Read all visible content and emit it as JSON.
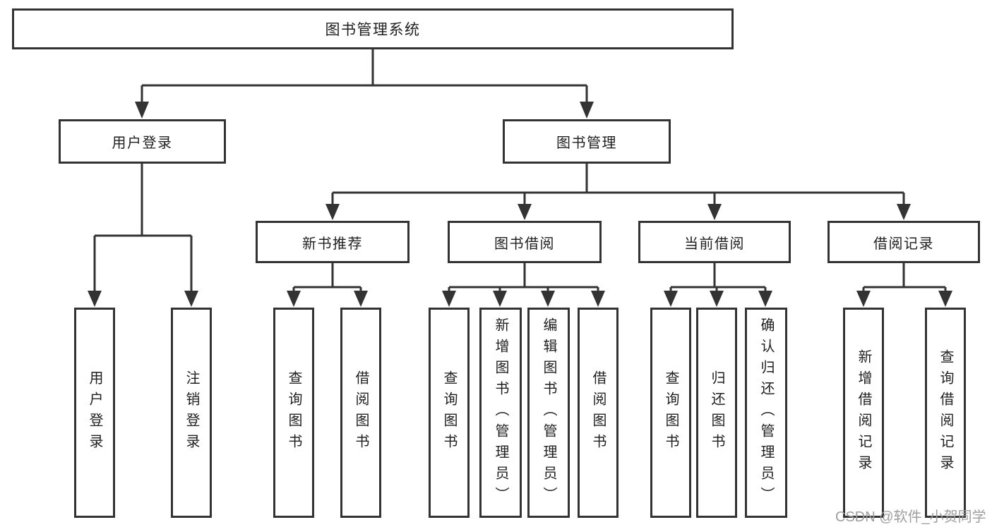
{
  "diagram": {
    "root": {
      "label": "图书管理系统"
    },
    "branches": [
      {
        "label": "用户登录",
        "children": [
          {
            "label": "用户登录"
          },
          {
            "label": "注销登录"
          }
        ]
      },
      {
        "label": "图书管理",
        "children": [
          {
            "label": "新书推荐",
            "children": [
              {
                "label": "查询图书"
              },
              {
                "label": "借阅图书"
              }
            ]
          },
          {
            "label": "图书借阅",
            "children": [
              {
                "label": "查询图书"
              },
              {
                "label": "新增图书（管理员）"
              },
              {
                "label": "编辑图书（管理员）"
              },
              {
                "label": "借阅图书"
              }
            ]
          },
          {
            "label": "当前借阅",
            "children": [
              {
                "label": "查询图书"
              },
              {
                "label": "归还图书"
              },
              {
                "label": "确认归还（管理员）"
              }
            ]
          },
          {
            "label": "借阅记录",
            "children": [
              {
                "label": "新增借阅记录"
              },
              {
                "label": "查询借阅记录"
              }
            ]
          }
        ]
      }
    ]
  },
  "watermark": {
    "text": "CSDN @软件_小贺同学"
  },
  "colors": {
    "line": "#333333",
    "text": "#1f1f1f",
    "watermark": "#9e9e9e",
    "background": "#ffffff"
  }
}
